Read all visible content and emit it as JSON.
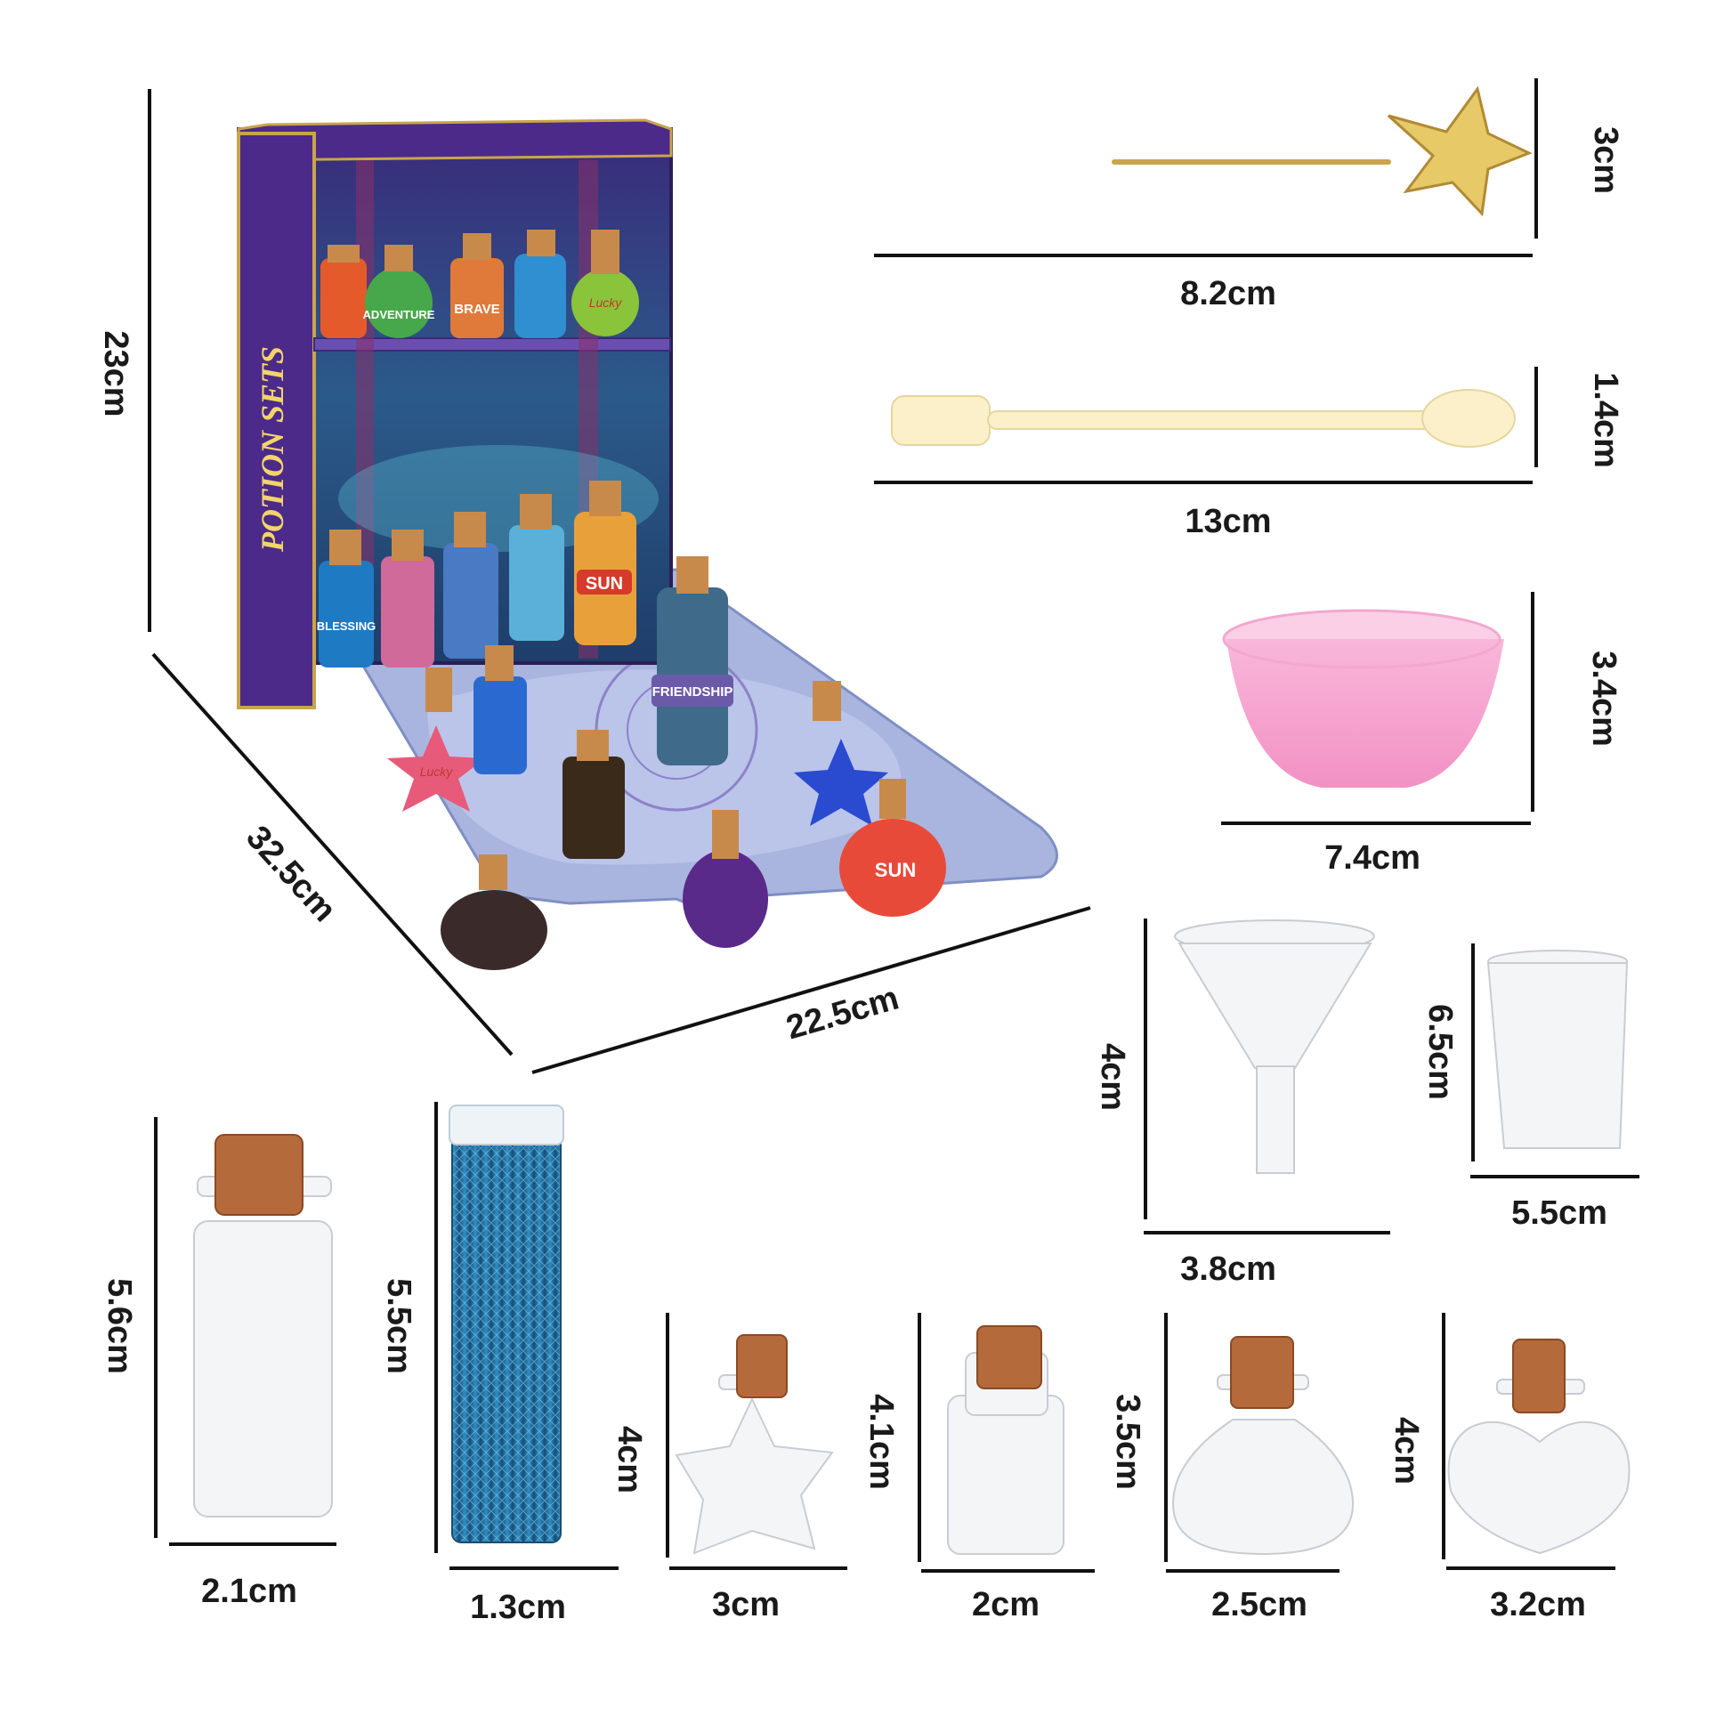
{
  "colors": {
    "text": "#1a1a1a",
    "box_purple": "#4b2a8a",
    "bowl_pink": "#f7a6d0",
    "glitter_blue": "#1f6fa0",
    "cork": "#b56a3c",
    "gold": "#e7c968"
  },
  "box": {
    "spine_text": "POTION SETS",
    "labels": [
      "ADVENTURE",
      "BRAVE",
      "Lucky",
      "BLESSING",
      "SUN",
      "FRIENDSHIP",
      "Lucky",
      "SUN"
    ],
    "height": "23cm",
    "depth": "32.5cm",
    "width": "22.5cm"
  },
  "tools": [
    {
      "name": "star wand",
      "length": "8.2cm",
      "height": "3cm"
    },
    {
      "name": "spoon spatula",
      "length": "13cm",
      "height": "1.4cm"
    },
    {
      "name": "mixing bowl",
      "width": "7.4cm",
      "height": "3.4cm"
    },
    {
      "name": "funnel",
      "width": "3.8cm",
      "height": "4cm"
    },
    {
      "name": "cup",
      "width": "5.5cm",
      "height": "6.5cm"
    }
  ],
  "bottles": [
    {
      "name": "tall bottle",
      "width": "2.1cm",
      "height": "5.6cm"
    },
    {
      "name": "glitter tube",
      "width": "1.3cm",
      "height": "5.5cm"
    },
    {
      "name": "star bottle",
      "width": "3cm",
      "height": "4cm"
    },
    {
      "name": "small bottle",
      "width": "2cm",
      "height": "4.1cm"
    },
    {
      "name": "round bottle",
      "width": "2.5cm",
      "height": "3.5cm"
    },
    {
      "name": "heart bottle",
      "width": "3.2cm",
      "height": "4cm"
    }
  ]
}
